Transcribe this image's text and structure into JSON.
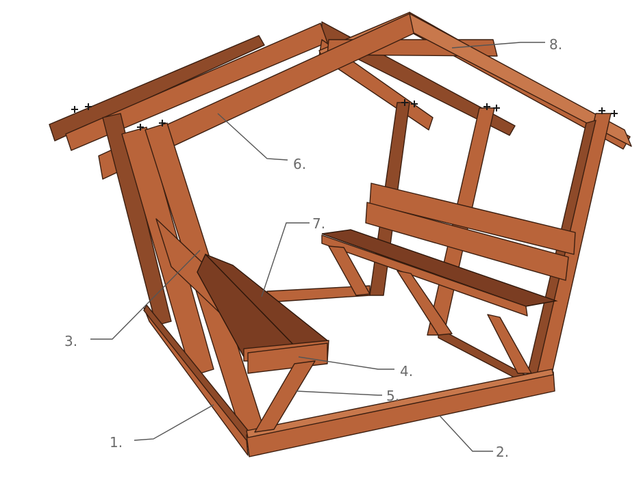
{
  "callouts": [
    {
      "id": "1",
      "label": "1."
    },
    {
      "id": "2",
      "label": "2."
    },
    {
      "id": "3",
      "label": "3."
    },
    {
      "id": "4",
      "label": "4."
    },
    {
      "id": "5",
      "label": "5."
    },
    {
      "id": "6",
      "label": "6."
    },
    {
      "id": "7",
      "label": "7."
    },
    {
      "id": "8",
      "label": "8."
    }
  ],
  "colors": {
    "wood": "#b9643a",
    "wood_dark": "#8e4a29",
    "seat": "#7b3d22",
    "outline": "#3a1e10",
    "leader": "#555555",
    "label_text": "#6a6a6a"
  }
}
